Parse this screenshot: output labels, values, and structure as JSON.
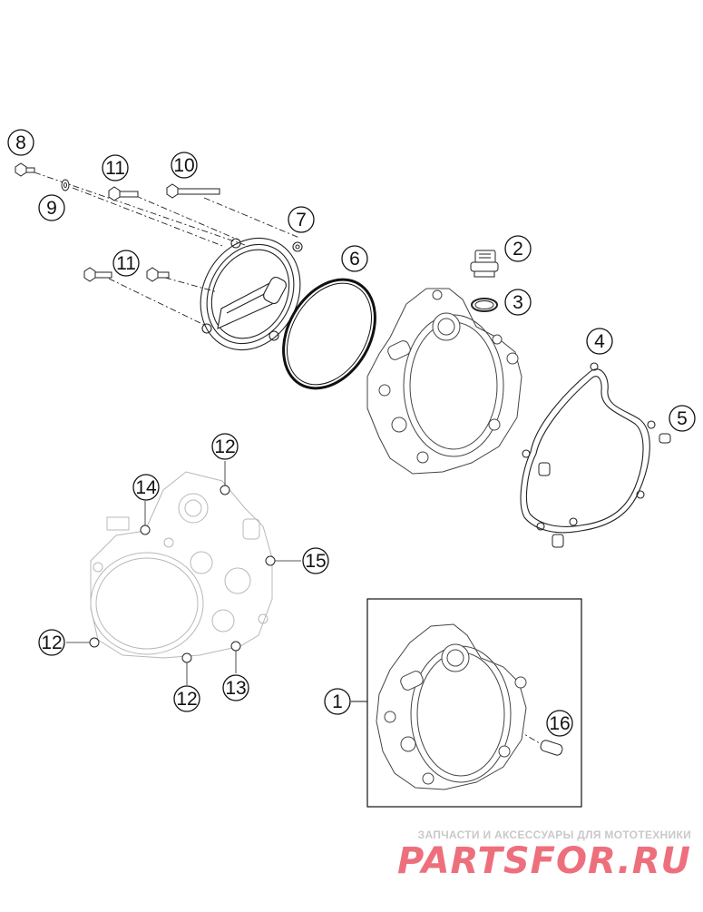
{
  "callouts": [
    {
      "id": "c8",
      "label": "8"
    },
    {
      "id": "c9",
      "label": "9"
    },
    {
      "id": "c11a",
      "label": "11"
    },
    {
      "id": "c10",
      "label": "10"
    },
    {
      "id": "c7",
      "label": "7"
    },
    {
      "id": "c11b",
      "label": "11"
    },
    {
      "id": "c6",
      "label": "6"
    },
    {
      "id": "c2",
      "label": "2"
    },
    {
      "id": "c3",
      "label": "3"
    },
    {
      "id": "c4",
      "label": "4"
    },
    {
      "id": "c5",
      "label": "5"
    },
    {
      "id": "c12a",
      "label": "12"
    },
    {
      "id": "c14",
      "label": "14"
    },
    {
      "id": "c15",
      "label": "15"
    },
    {
      "id": "c12b",
      "label": "12"
    },
    {
      "id": "c12c",
      "label": "12"
    },
    {
      "id": "c13",
      "label": "13"
    },
    {
      "id": "c1",
      "label": "1"
    },
    {
      "id": "c16",
      "label": "16"
    }
  ],
  "watermark": {
    "tagline": "ЗАПЧАСТИ И АКСЕССУАРЫ ДЛЯ МОТОТЕХНИКИ",
    "brand": "PARTSFOR.RU"
  },
  "colors": {
    "line": "#222222",
    "faint": "#b8b8b8",
    "watermark_red": "#ee6f7c",
    "watermark_grey": "#c9c9c9"
  }
}
